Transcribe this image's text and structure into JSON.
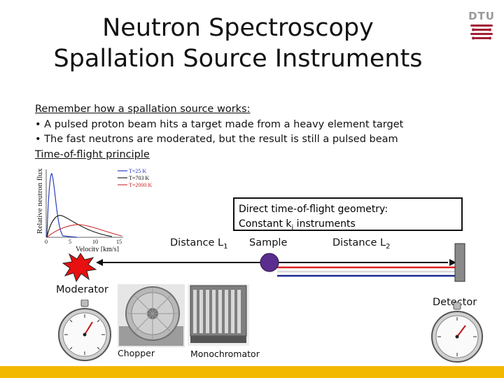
{
  "slide": {
    "title_line1": "Neutron Spectroscopy",
    "title_line2": "Spallation Source Instruments",
    "logo_text": "DTU",
    "intro_heading": "Remember how a spallation source works:",
    "bullet1": "• A pulsed proton beam hits a target made from a heavy element target",
    "bullet2": "• The fast neutrons are moderated, but the result is still a pulsed beam",
    "tof_heading": "Time-of-flight principle"
  },
  "plot": {
    "ylabel": "Relative neutron flux",
    "xlabel": "Velocity [km/s]",
    "legend": [
      "T=25 K",
      "T=703 K",
      "T=2000 K"
    ],
    "xticks": [
      "0",
      "5",
      "10",
      "15"
    ],
    "colors": [
      "#2a3dbf",
      "#111111",
      "#cc2b2b"
    ]
  },
  "box": {
    "line1": "Direct time-of-flight geometry:",
    "line2_prefix": "Constant k",
    "line2_sub": "i",
    "line2_suffix": " instruments"
  },
  "labels": {
    "distance1_prefix": "Distance L",
    "distance1_sub": "1",
    "sample": "Sample",
    "distance2_prefix": "Distance L",
    "distance2_sub": "2",
    "moderator": "Moderator",
    "detector": "Detector",
    "chopper": "Chopper",
    "monochromator": "Monochromator"
  },
  "colors": {
    "accent_bar": "#f2b800",
    "sample": "#5b2d8e",
    "beam_red": "#e02020",
    "beam_blue": "#1a2a8c",
    "logo_red": "#a31f34"
  }
}
